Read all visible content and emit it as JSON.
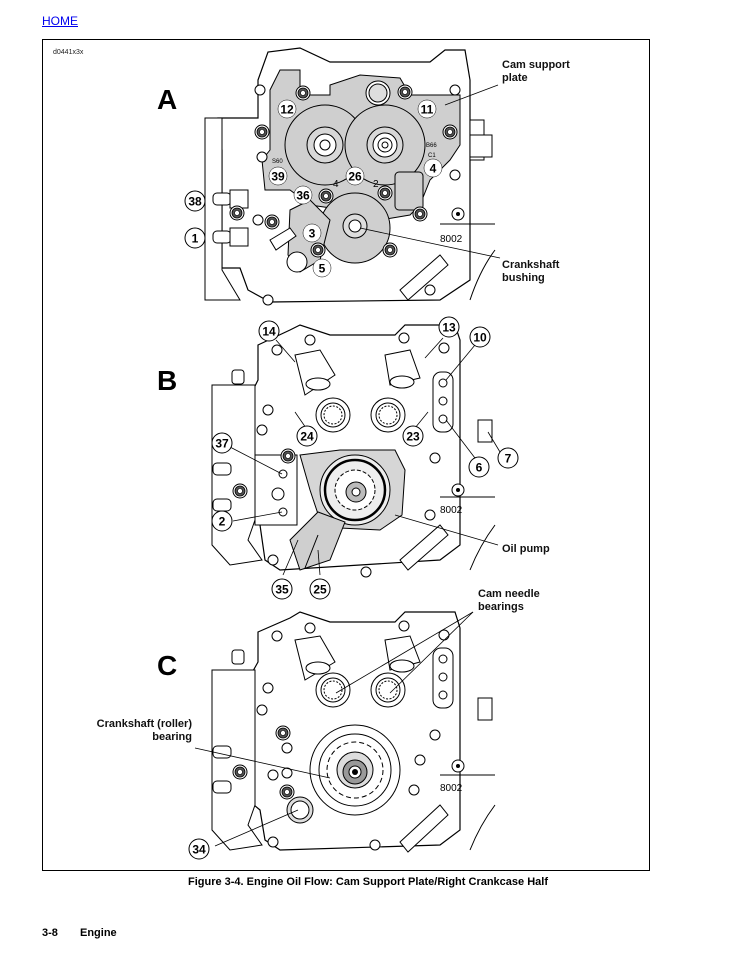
{
  "nav": {
    "home_label": "HOME"
  },
  "figure": {
    "id_code": "d0441x3x",
    "caption": "Figure 3-4. Engine Oil Flow: Cam Support Plate/Right Crankcase Half",
    "panels": [
      {
        "letter": "A",
        "callouts": [
          "12",
          "11",
          "39",
          "26",
          "4",
          "36",
          "3",
          "5",
          "38",
          "1"
        ],
        "labels": [
          {
            "key": "cam_support_plate",
            "lines": [
              "Cam support",
              "plate"
            ]
          },
          {
            "key": "crankshaft_bushing",
            "lines": [
              "Crankshaft",
              "bushing"
            ]
          }
        ],
        "part_number": "8002",
        "markings": [
          "4",
          "2",
          "B66",
          "C1",
          "S60"
        ]
      },
      {
        "letter": "B",
        "callouts": [
          "14",
          "13",
          "10",
          "24",
          "23",
          "37",
          "7",
          "6",
          "2",
          "35",
          "25"
        ],
        "labels": [
          {
            "key": "oil_pump",
            "lines": [
              "Oil pump"
            ]
          }
        ],
        "part_number": "8002"
      },
      {
        "letter": "C",
        "callouts": [
          "34"
        ],
        "labels": [
          {
            "key": "cam_needle_bearings",
            "lines": [
              "Cam needle",
              "bearings"
            ]
          },
          {
            "key": "crankshaft_roller_bearing",
            "lines": [
              "Crankshaft (roller)",
              "bearing"
            ]
          }
        ],
        "part_number": "8002"
      }
    ]
  },
  "footer": {
    "page_number": "3-8",
    "section": "Engine"
  }
}
